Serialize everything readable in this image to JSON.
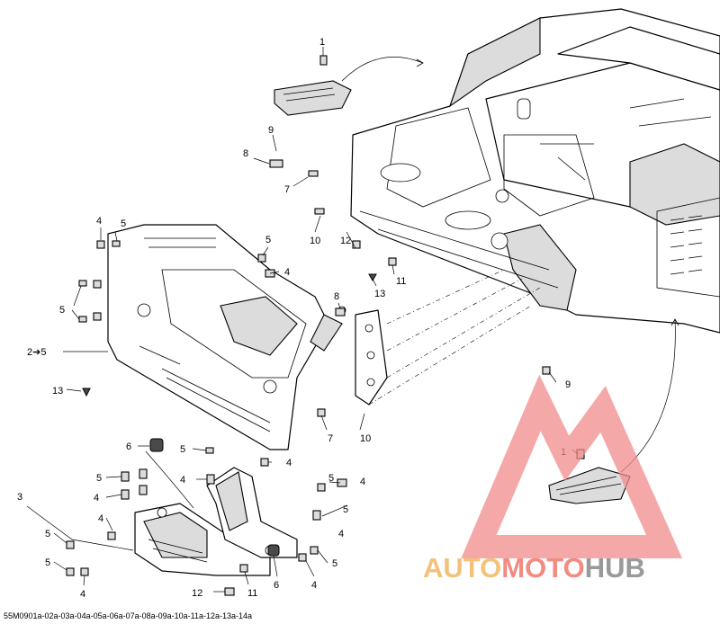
{
  "diagram": {
    "caption": "55M0901a-02a-03a-04a-05a-06a-07a-08a-09a-10a-11a-12a-13a-14a",
    "callouts": [
      {
        "id": "c1a",
        "text": "1"
      },
      {
        "id": "c9a",
        "text": "9"
      },
      {
        "id": "c8a",
        "text": "8"
      },
      {
        "id": "c7a",
        "text": "7"
      },
      {
        "id": "c10a",
        "text": "10"
      },
      {
        "id": "c12a",
        "text": "12"
      },
      {
        "id": "c11a",
        "text": "11"
      },
      {
        "id": "c13a",
        "text": "13"
      },
      {
        "id": "c4a",
        "text": "4"
      },
      {
        "id": "c5a",
        "text": "5"
      },
      {
        "id": "c5b",
        "text": "5"
      },
      {
        "id": "c4b",
        "text": "4"
      },
      {
        "id": "c5c",
        "text": "5"
      },
      {
        "id": "c25",
        "text": "2➔5"
      },
      {
        "id": "c13b",
        "text": "13"
      },
      {
        "id": "c8b",
        "text": "8"
      },
      {
        "id": "c7b",
        "text": "7"
      },
      {
        "id": "c10b",
        "text": "10"
      },
      {
        "id": "c9b",
        "text": "9"
      },
      {
        "id": "c1b",
        "text": "1"
      },
      {
        "id": "c6a",
        "text": "6"
      },
      {
        "id": "c5d",
        "text": "5"
      },
      {
        "id": "c4c",
        "text": "4"
      },
      {
        "id": "c5e",
        "text": "5"
      },
      {
        "id": "c4d",
        "text": "4"
      },
      {
        "id": "c4e",
        "text": "4"
      },
      {
        "id": "c4f",
        "text": "4"
      },
      {
        "id": "c3a",
        "text": "3"
      },
      {
        "id": "c4g",
        "text": "4"
      },
      {
        "id": "c5f",
        "text": "5"
      },
      {
        "id": "c5g",
        "text": "5"
      },
      {
        "id": "c4h",
        "text": "4"
      },
      {
        "id": "c5h",
        "text": "5"
      },
      {
        "id": "c4i",
        "text": "4"
      },
      {
        "id": "c5i",
        "text": "5"
      },
      {
        "id": "c4j",
        "text": "4"
      },
      {
        "id": "c5j",
        "text": "5"
      },
      {
        "id": "c6b",
        "text": "6"
      },
      {
        "id": "c11b",
        "text": "11"
      },
      {
        "id": "c12b",
        "text": "12"
      }
    ]
  },
  "watermark": {
    "part1": "AUTO",
    "part2": "MOTO",
    "part3": "HUB",
    "color1": "#f3c27a",
    "color2": "#f28b82",
    "color3": "#9a9a9a"
  }
}
